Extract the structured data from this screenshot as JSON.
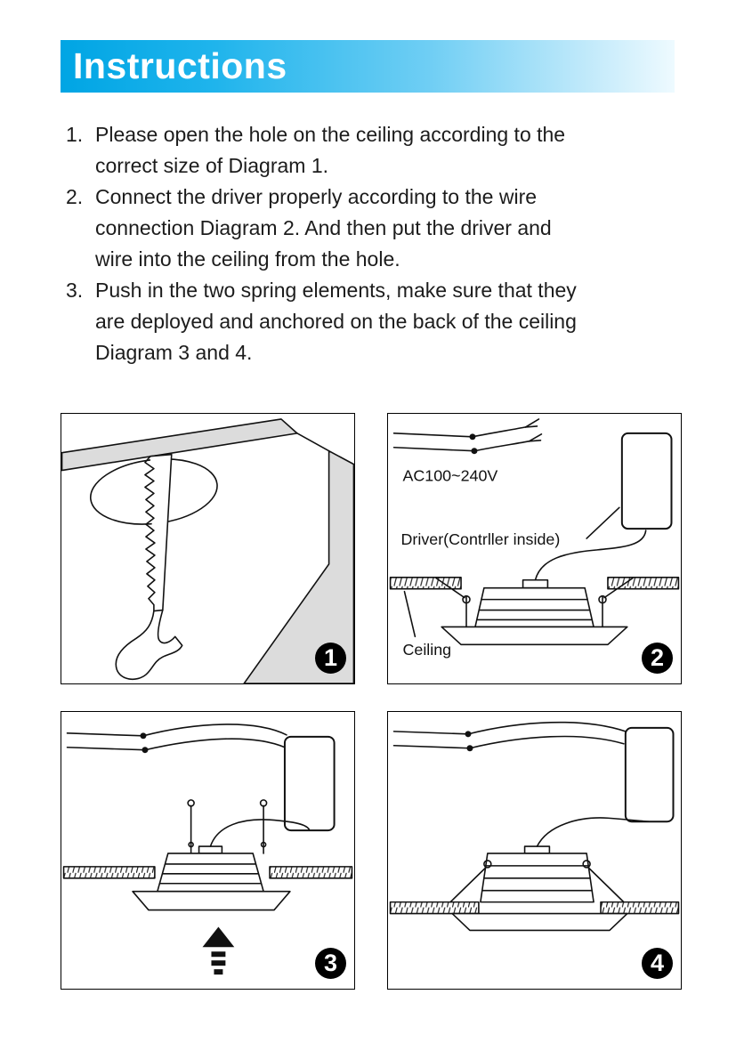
{
  "header": {
    "title": "Instructions"
  },
  "colors": {
    "header_gradient_left": "#00a5e4",
    "header_gradient_right": "#eefaff",
    "header_text": "#ffffff",
    "badge_background": "#000000",
    "badge_text": "#ffffff",
    "line_art": "#111111",
    "shaded_face": "#dcdcdc"
  },
  "steps": [
    {
      "number": "1.",
      "text": "Please open the hole on the ceiling according to the correct size of Diagram 1."
    },
    {
      "number": "2.",
      "text": "Connect the driver properly according to the wire connection Diagram 2. And then put the driver and wire into the ceiling from the hole."
    },
    {
      "number": "3.",
      "text": "Push in the two spring elements, make sure that they are deployed and anchored on the back of the ceiling Diagram 3 and 4."
    }
  ],
  "diagrams": [
    {
      "badge": "1",
      "name": "cut-ceiling-hole-with-saw",
      "labels": {}
    },
    {
      "badge": "2",
      "name": "wire-driver-connection",
      "labels": {
        "power": "AC100~240V",
        "driver": "Driver(Contrller inside)",
        "ceiling": "Ceiling"
      }
    },
    {
      "badge": "3",
      "name": "push-fixture-into-hole",
      "labels": {}
    },
    {
      "badge": "4",
      "name": "fixture-installed-springs-anchored",
      "labels": {}
    }
  ]
}
